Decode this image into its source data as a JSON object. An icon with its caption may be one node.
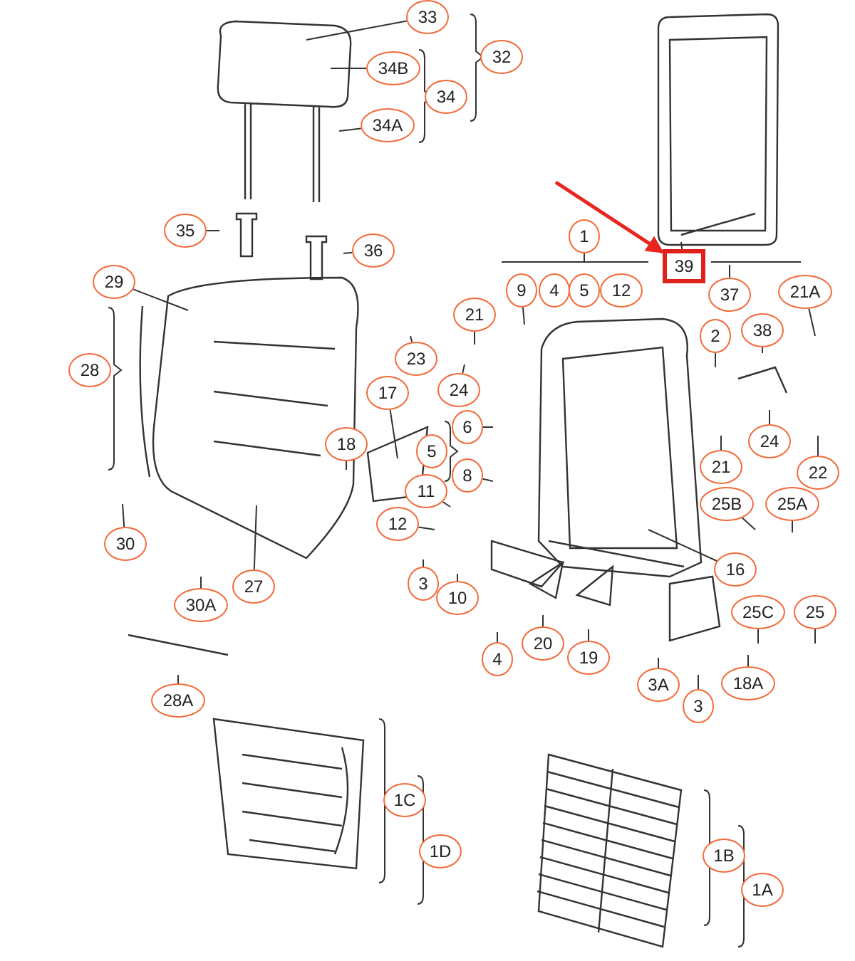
{
  "diagram": {
    "nodes": [
      {
        "text": [
          "33"
        ]
      },
      {
        "text": [
          "32"
        ]
      },
      {
        "text": [
          "34B"
        ]
      },
      {
        "text": [
          "34"
        ]
      },
      {
        "text": [
          "34A"
        ]
      },
      {
        "text": [
          "35"
        ]
      },
      {
        "text": [
          "36"
        ]
      },
      {
        "text": [
          "29"
        ]
      },
      {
        "text": [
          "21"
        ]
      },
      {
        "text": [
          "39"
        ]
      },
      {
        "text": [
          "1"
        ]
      },
      {
        "text": [
          "9"
        ]
      },
      {
        "text": [
          "4"
        ]
      },
      {
        "text": [
          "5"
        ]
      },
      {
        "text": [
          "12"
        ]
      },
      {
        "text": [
          "37"
        ]
      },
      {
        "text": [
          "38"
        ]
      },
      {
        "text": [
          "21A"
        ]
      },
      {
        "text": [
          "2"
        ]
      },
      {
        "text": [
          "28"
        ]
      },
      {
        "text": [
          "23"
        ]
      },
      {
        "text": [
          "24"
        ]
      },
      {
        "text": [
          "17"
        ]
      },
      {
        "text": [
          "18"
        ]
      },
      {
        "text": [
          "6"
        ]
      },
      {
        "text": [
          "5"
        ]
      },
      {
        "text": [
          "8"
        ]
      },
      {
        "text": [
          "11"
        ]
      },
      {
        "text": [
          "12"
        ]
      },
      {
        "text": [
          "30"
        ]
      },
      {
        "text": [
          "27"
        ]
      },
      {
        "text": [
          "30A"
        ]
      },
      {
        "text": [
          "3"
        ]
      },
      {
        "text": [
          "10"
        ]
      },
      {
        "text": [
          "28A"
        ]
      },
      {
        "text": [
          "4"
        ]
      },
      {
        "text": [
          "20"
        ]
      },
      {
        "text": [
          "19"
        ]
      },
      {
        "text": [
          "21"
        ]
      },
      {
        "text": [
          "24"
        ]
      },
      {
        "text": [
          "22"
        ]
      },
      {
        "text": [
          "25B"
        ]
      },
      {
        "text": [
          "25A"
        ]
      },
      {
        "text": [
          "16"
        ]
      },
      {
        "text": [
          "25C"
        ]
      },
      {
        "text": [
          "25"
        ]
      },
      {
        "text": [
          "3A"
        ]
      },
      {
        "text": [
          "3"
        ]
      },
      {
        "text": [
          "18A"
        ]
      },
      {
        "text": [
          "1C"
        ]
      },
      {
        "text": [
          "1D"
        ]
      },
      {
        "text": [
          "1B"
        ]
      },
      {
        "text": [
          "1A"
        ]
      }
    ],
    "edges": [
      {
        "from": 0,
        "to": null,
        "arrow": "none"
      },
      {
        "from": 2,
        "to": null,
        "arrow": "none"
      },
      {
        "from": 4,
        "to": null,
        "arrow": "none"
      },
      {
        "from": 5,
        "to": null,
        "arrow": "none"
      },
      {
        "from": 6,
        "to": null,
        "arrow": "none"
      },
      {
        "from": 7,
        "to": null,
        "arrow": "none"
      },
      {
        "from": 8,
        "to": null,
        "arrow": "none"
      },
      {
        "from": 9,
        "to": null,
        "arrow": "none"
      },
      {
        "from": 10,
        "to": null,
        "arrow": "none"
      },
      {
        "from": 11,
        "to": null,
        "arrow": "none"
      },
      {
        "from": 15,
        "to": null,
        "arrow": "none"
      },
      {
        "from": 16,
        "to": null,
        "arrow": "none"
      },
      {
        "from": 17,
        "to": null,
        "arrow": "none"
      },
      {
        "from": 18,
        "to": null,
        "arrow": "none"
      },
      {
        "from": 20,
        "to": null,
        "arrow": "none"
      },
      {
        "from": 21,
        "to": null,
        "arrow": "none"
      },
      {
        "from": 22,
        "to": null,
        "arrow": "none"
      },
      {
        "from": 23,
        "to": null,
        "arrow": "none"
      },
      {
        "from": 24,
        "to": null,
        "arrow": "none"
      },
      {
        "from": 26,
        "to": null,
        "arrow": "none"
      },
      {
        "from": 27,
        "to": null,
        "arrow": "none"
      },
      {
        "from": 28,
        "to": null,
        "arrow": "none"
      },
      {
        "from": 29,
        "to": null,
        "arrow": "none"
      },
      {
        "from": 30,
        "to": null,
        "arrow": "none"
      },
      {
        "from": 31,
        "to": null,
        "arrow": "none"
      },
      {
        "from": 32,
        "to": null,
        "arrow": "none"
      },
      {
        "from": 33,
        "to": null,
        "arrow": "none"
      },
      {
        "from": 34,
        "to": null,
        "arrow": "none"
      },
      {
        "from": 35,
        "to": null,
        "arrow": "none"
      },
      {
        "from": 36,
        "to": null,
        "arrow": "none"
      },
      {
        "from": 37,
        "to": null,
        "arrow": "none"
      },
      {
        "from": 38,
        "to": null,
        "arrow": "none"
      },
      {
        "from": 39,
        "to": null,
        "arrow": "none"
      },
      {
        "from": 40,
        "to": null,
        "arrow": "none"
      },
      {
        "from": 41,
        "to": null,
        "arrow": "none"
      },
      {
        "from": 42,
        "to": null,
        "arrow": "none"
      },
      {
        "from": 43,
        "to": null,
        "arrow": "none"
      },
      {
        "from": 44,
        "to": null,
        "arrow": "none"
      },
      {
        "from": 45,
        "to": null,
        "arrow": "none"
      },
      {
        "from": 46,
        "to": null,
        "arrow": "none"
      },
      {
        "from": 47,
        "to": null,
        "arrow": "none"
      },
      {
        "from": 48,
        "to": null,
        "arrow": "none"
      },
      {
        "from": null,
        "to": 9,
        "arrow": "to",
        "color": "#e8251f",
        "style": "thick"
      }
    ]
  }
}
